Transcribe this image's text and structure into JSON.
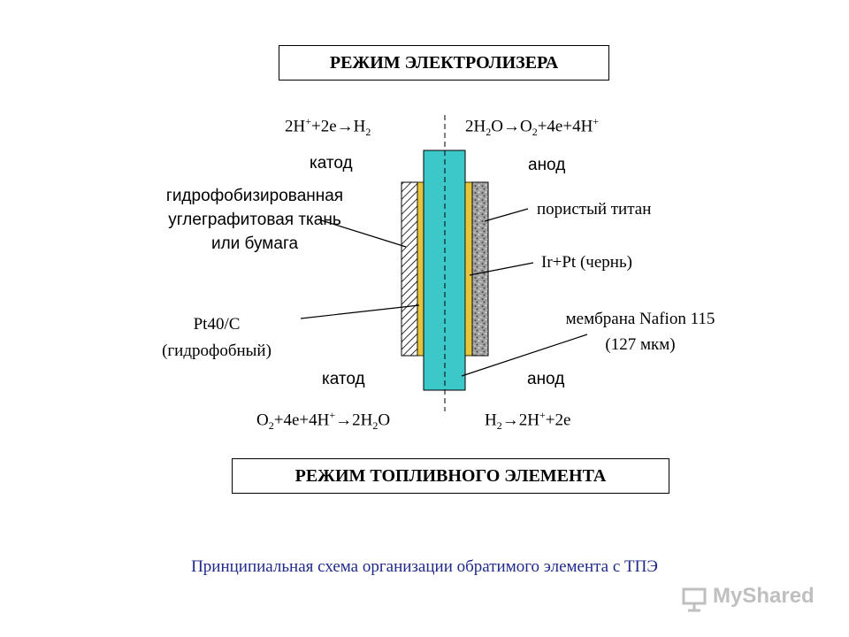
{
  "title_top": "РЕЖИМ ЭЛЕКТРОЛИЗЕРА",
  "title_bottom": "РЕЖИМ ТОПЛИВНОГО ЭЛЕМЕНТА",
  "caption": "Принципиальная схема организации обратимого элемента с ТПЭ",
  "watermark": "MyShared",
  "top": {
    "cathode_label": "катод",
    "anode_label": "анод",
    "cathode_eq": {
      "a": "2H",
      "b": "+",
      "c": "+2e",
      "arrow": "→",
      "d": "H",
      "e": "2"
    },
    "anode_eq": {
      "a": "2H",
      "b": "2",
      "c": "O",
      "arrow1": "→",
      "d": "O",
      "e": "2",
      "f": "+4e+4H",
      "g": "+"
    }
  },
  "bottom": {
    "cathode_label": "катод",
    "anode_label": "анод",
    "cathode_eq": {
      "a": "O",
      "b": "2",
      "c": "+4e+4H",
      "d": "+",
      "arrow": "→",
      "e": "2H",
      "f": "2",
      "g": "O"
    },
    "anode_eq": {
      "a": "H",
      "b": "2",
      "arrow": "→",
      "c": "2H",
      "d": "+",
      "e": "+2e"
    }
  },
  "labels": {
    "hydrophobic_l1": "гидрофобизированная",
    "hydrophobic_l2": "углеграфитовая ткань",
    "hydrophobic_l3": "или бумага",
    "pt_l1": "Pt40/C",
    "pt_l2": "(гидрофобный)",
    "titan": "пористый титан",
    "irpt": "Ir+Pt (чернь)",
    "membrane_l1": "мембрана Nafion 115",
    "membrane_l2": "(127 мкм)"
  },
  "colors": {
    "membrane": "#3cc8c8",
    "catalyst": "#e6c53a",
    "caption": "#1f2a8a"
  }
}
